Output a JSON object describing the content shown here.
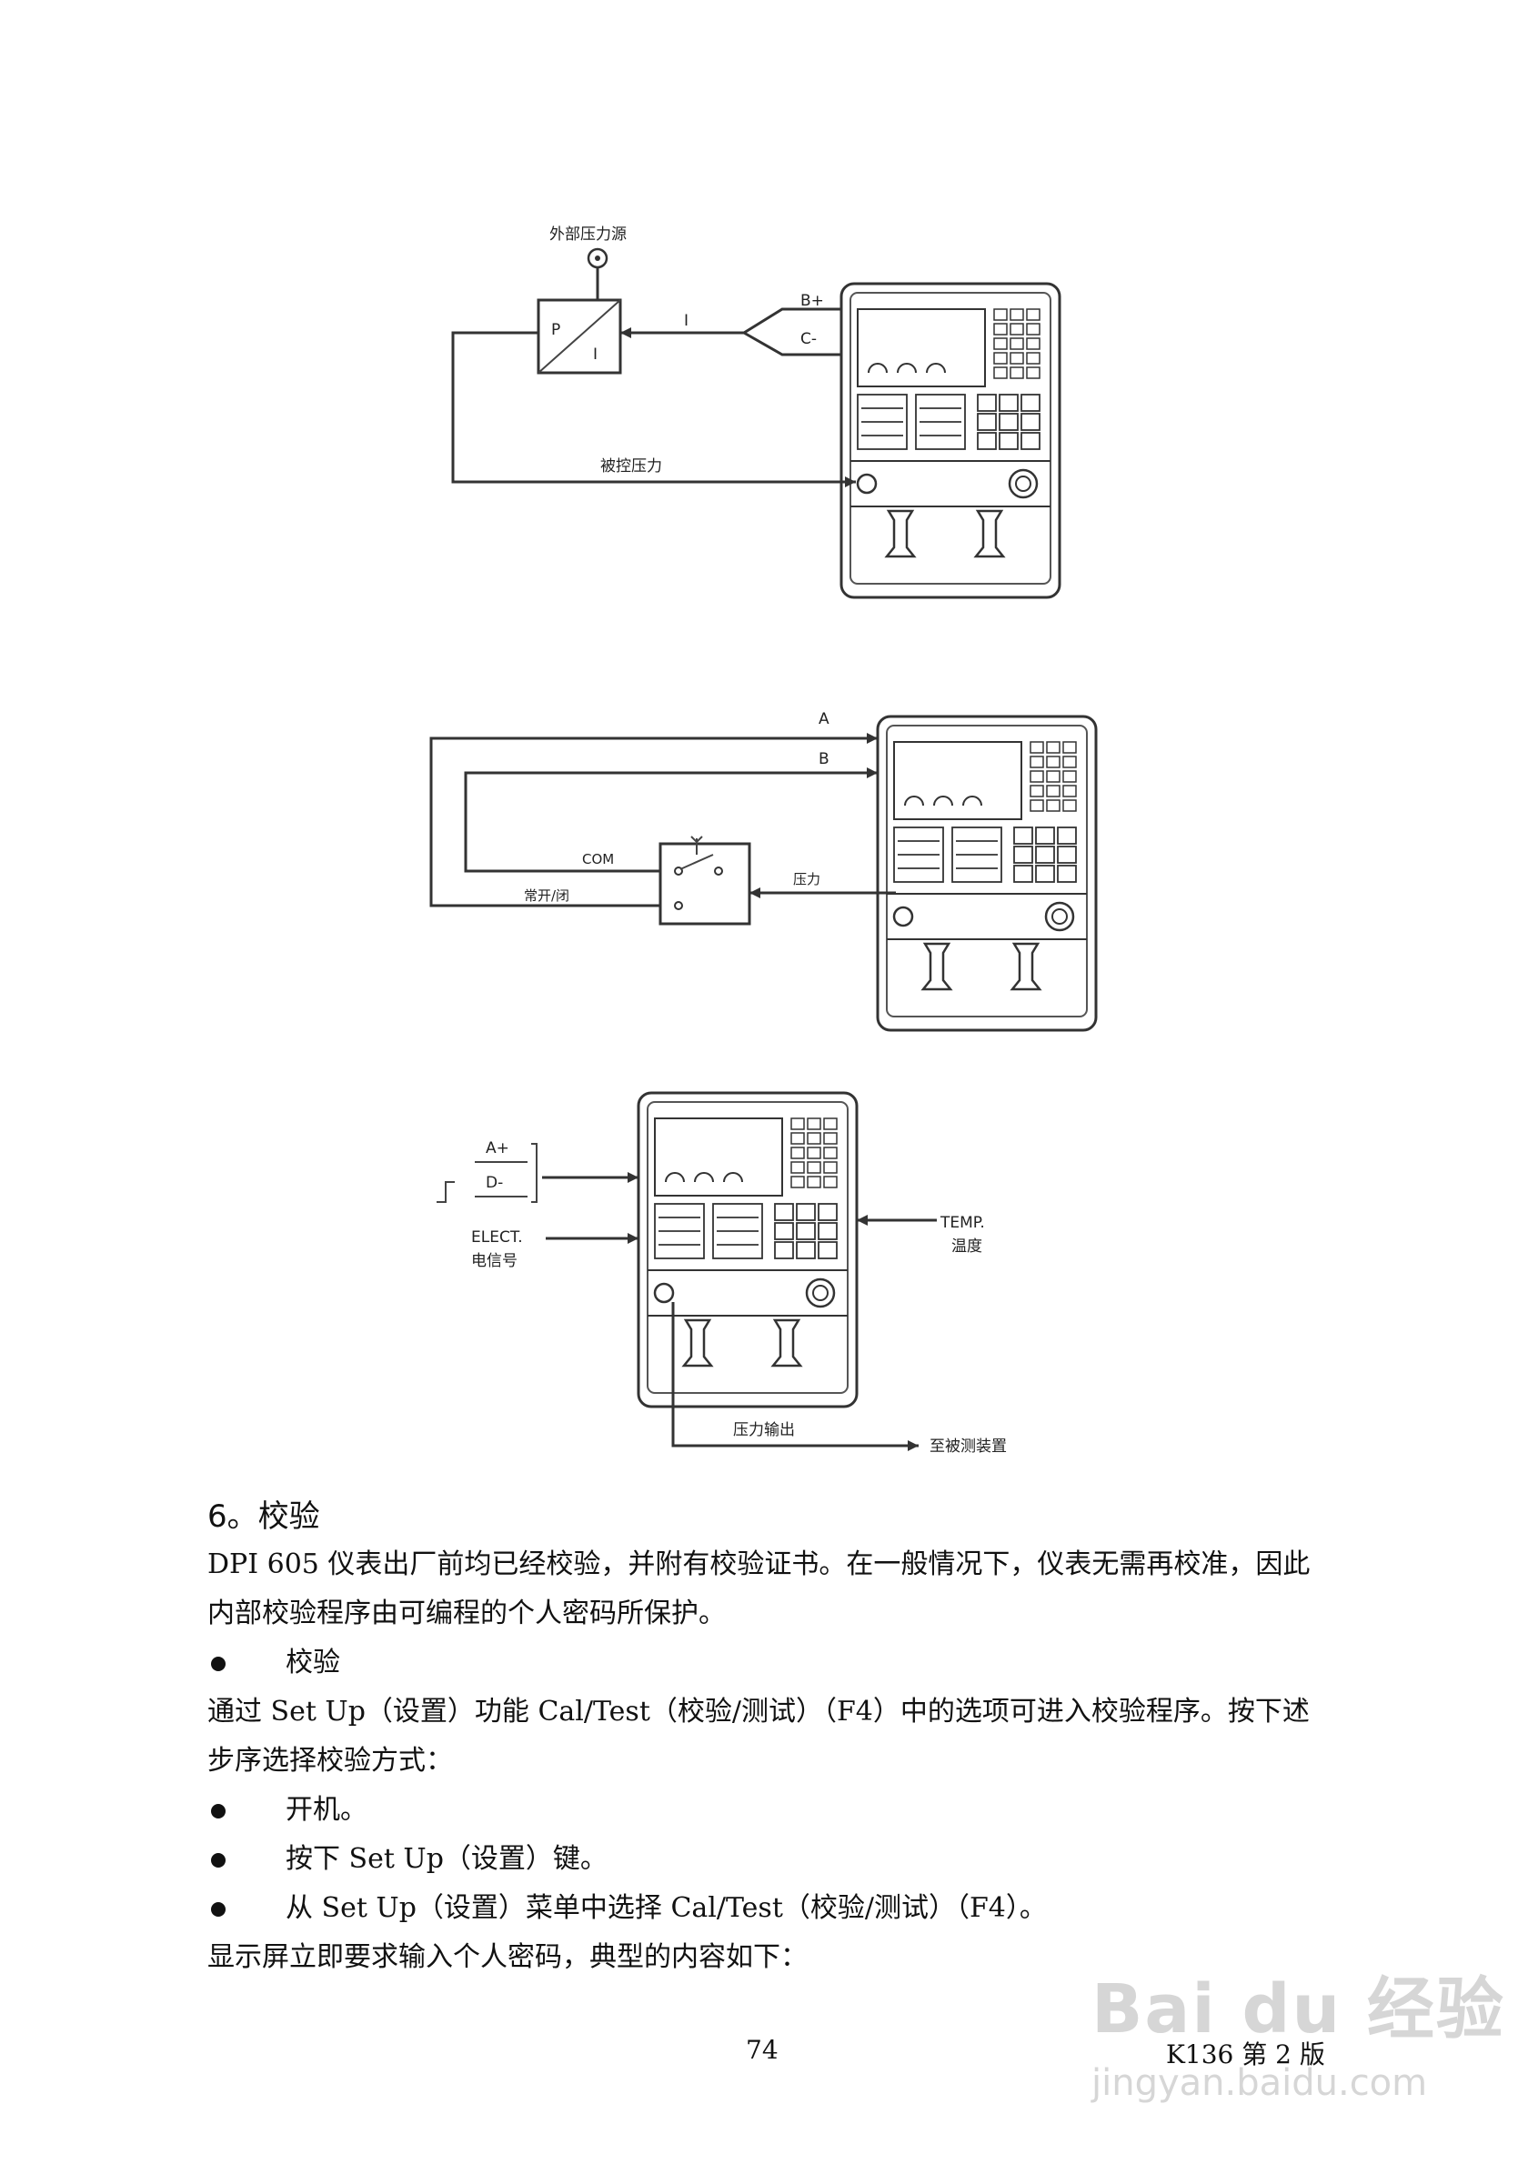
{
  "diagram1": {
    "top_label": "外部压力源",
    "p_label": "P",
    "i_label": "I",
    "current_label": "I",
    "b_plus": "B+",
    "c_minus": "C-",
    "controlled_pressure": "被控压力"
  },
  "diagram2": {
    "a_label": "A",
    "b_label": "B",
    "com_label": "COM",
    "open_closed_label": "常开/闭",
    "pressure_label": "压力"
  },
  "diagram3": {
    "a_plus": "A+",
    "d_minus": "D-",
    "elect": "ELECT.",
    "elect_cn": "电信号",
    "temp": "TEMP.",
    "temp_cn": "温度",
    "pressure_output": "压力输出",
    "to_device": "至被测装置"
  },
  "section": {
    "heading": "6。校验",
    "para1": "DPI 605 仪表出厂前均已经校验，并附有校验证书。在一般情况下，仪表无需再校准，因此内部校验程序由可编程的个人密码所保护。",
    "bullet_calibration": "校验",
    "para2": "通过 Set Up（设置）功能 Cal/Test（校验/测试）（F4）中的选项可进入校验程序。按下述步序选择校验方式：",
    "steps": [
      "开机。",
      "按下 Set Up（设置）键。",
      "从 Set Up（设置）菜单中选择 Cal/Test（校验/测试）（F4）。"
    ],
    "para3": "显示屏立即要求输入个人密码，典型的内容如下："
  },
  "footer": {
    "page_number": "74",
    "version": "K136 第 2 版"
  },
  "watermark": {
    "logo_text": "Bai du 经验",
    "url": "jingyan.baidu.com"
  }
}
